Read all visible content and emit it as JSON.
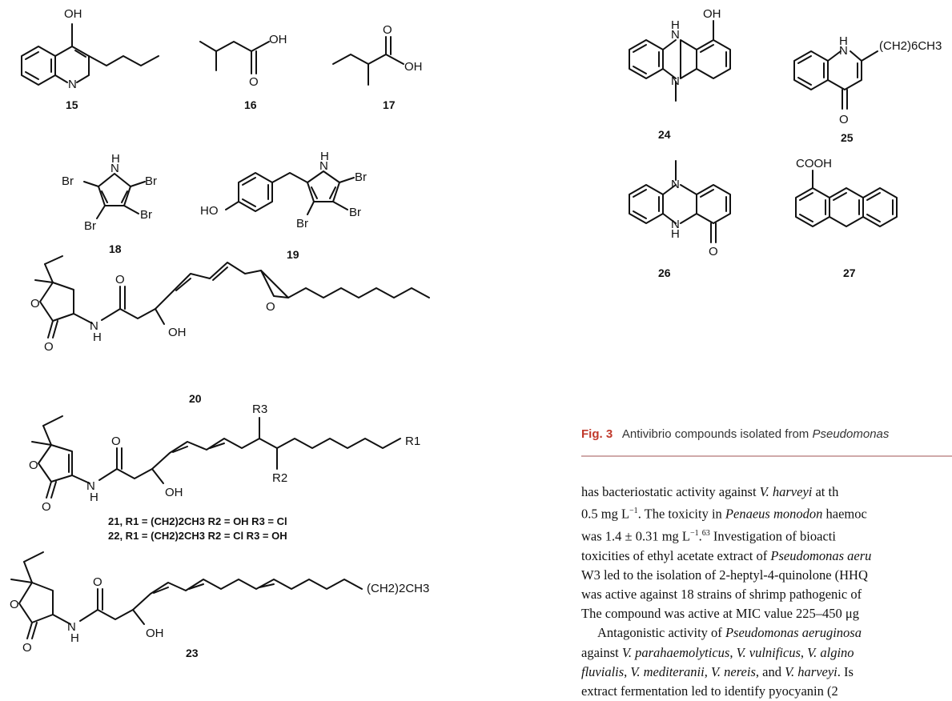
{
  "labels": {
    "oh": "OH",
    "o": "O",
    "n": "N",
    "h": "H",
    "br": "Br",
    "ho": "HO",
    "cl": "Cl",
    "cooh": "COOH",
    "ch2_6ch3": "(CH2)6CH3",
    "ch2_2ch3": "(CH2)2CH3",
    "r1": "R1",
    "r2": "R2",
    "r3": "R3"
  },
  "compounds": {
    "c15": "15",
    "c16": "16",
    "c17": "17",
    "c18": "18",
    "c19": "19",
    "c20": "20",
    "c23": "23",
    "c24": "24",
    "c25": "25",
    "c26": "26",
    "c27": "27"
  },
  "notes": {
    "n21": "21, R1 = (CH2)2CH3  R2 = OH  R3 = Cl",
    "n22": "22, R1 = (CH2)2CH3  R2 = Cl  R3 = OH"
  },
  "caption": {
    "fig": "Fig. 3",
    "text": "Antivibrio compounds isolated from",
    "italic": "Pseudomonas"
  },
  "body": [
    [
      "has bacteriostatic activity against ",
      {
        "i": "V. harveyi"
      },
      " at th"
    ],
    [
      "0.5 mg L",
      {
        "sup": "−1"
      },
      ". The toxicity in ",
      {
        "i": "Penaeus monodon"
      },
      " haemoc"
    ],
    [
      "was 1.4 ± 0.31 mg L",
      {
        "sup": "−1"
      },
      ".",
      {
        "sup": "63"
      },
      " Investigation of bioacti"
    ],
    [
      "toxicities of ethyl acetate extract of ",
      {
        "i": "Pseudomonas aeru"
      }
    ],
    [
      "W3 led to the isolation of 2-heptyl-4-quinolone (HHQ"
    ],
    [
      "was active against 18 strains of shrimp pathogenic of"
    ],
    [
      "The compound was active at MIC value 225–450 μg"
    ],
    [
      "Antagonistic activity of ",
      {
        "i": "Pseudomonas aeruginosa"
      }
    ],
    [
      "against ",
      {
        "i": "V. parahaemolyticus"
      },
      ", ",
      {
        "i": "V. vulnificus"
      },
      ", ",
      {
        "i": "V. algino"
      }
    ],
    [
      {
        "i": "fluvialis"
      },
      ", ",
      {
        "i": "V. mediteranii"
      },
      ", ",
      {
        "i": "V. nereis"
      },
      ", and ",
      {
        "i": "V. harveyi"
      },
      ". Is"
    ],
    [
      "extract fermentation led to identify pyocyanin (2"
    ]
  ]
}
